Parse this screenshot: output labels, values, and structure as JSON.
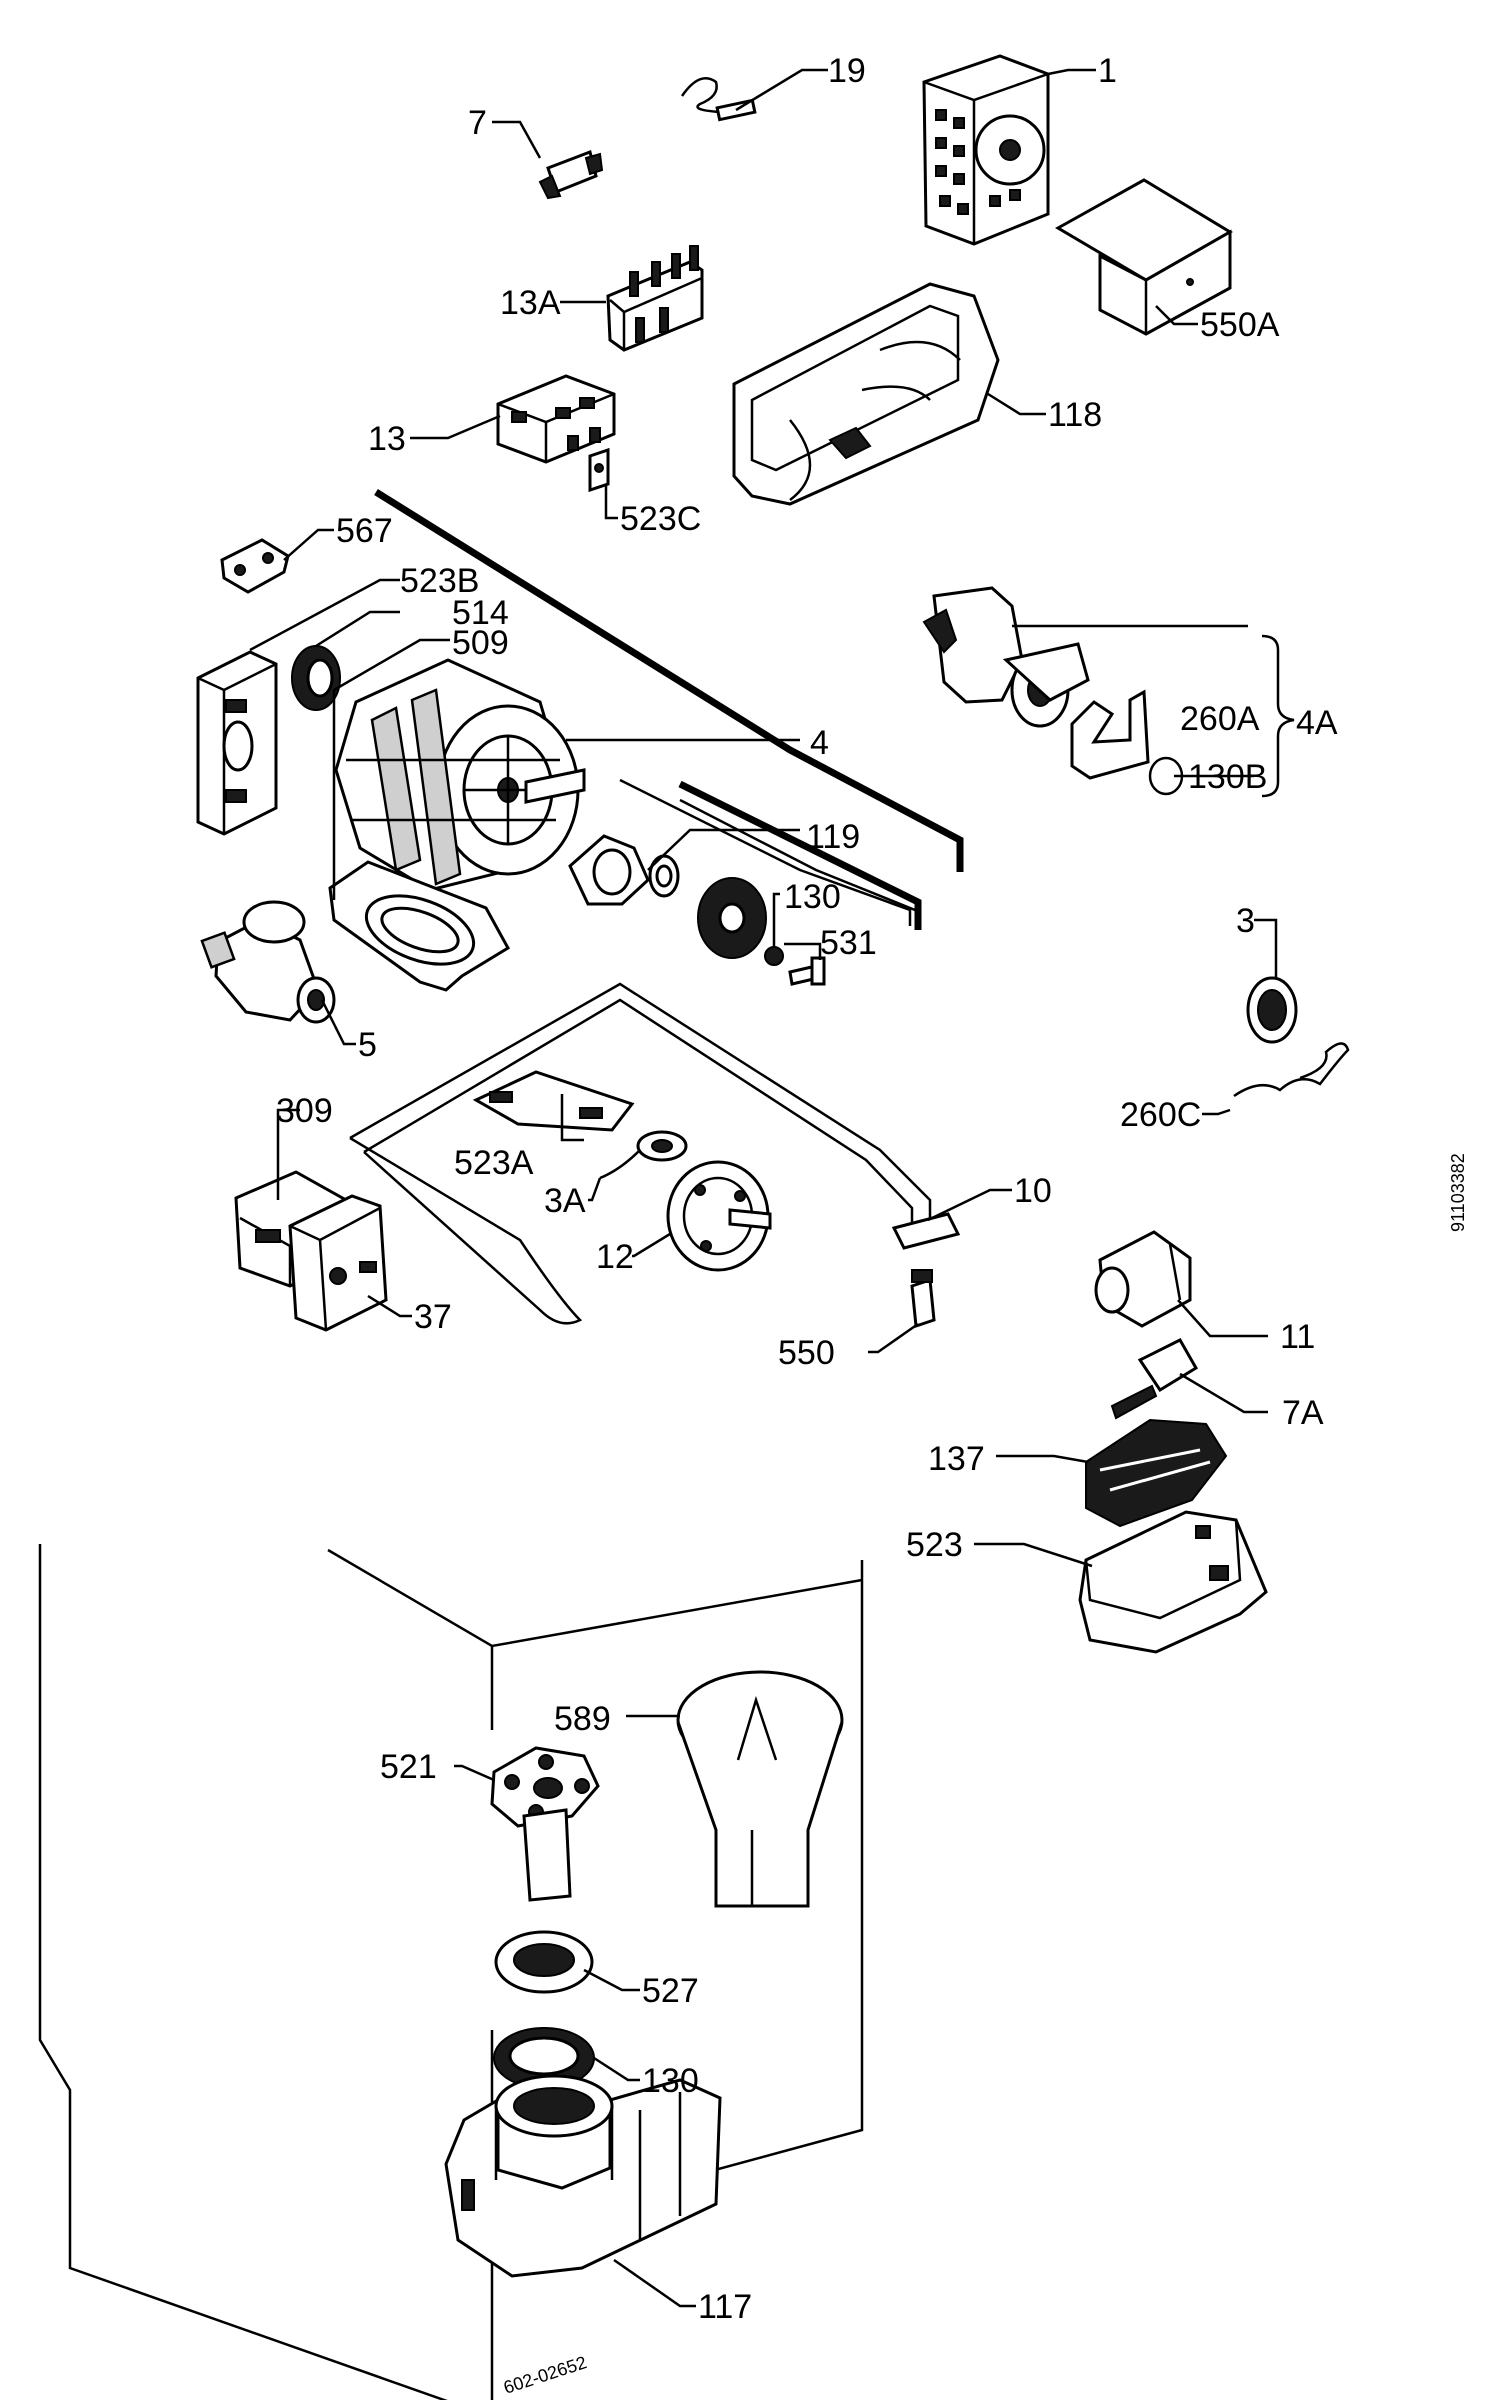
{
  "doc_code": "91103382",
  "drawing_ref": "602-02652",
  "labels": {
    "l1": "1",
    "l3": "3",
    "l3a": "3A",
    "l4": "4",
    "l4a": "4A",
    "l5": "5",
    "l7": "7",
    "l7a": "7A",
    "l10": "10",
    "l11": "11",
    "l12": "12",
    "l13": "13",
    "l13a": "13A",
    "l19": "19",
    "l37": "37",
    "l117": "117",
    "l118": "118",
    "l119": "119",
    "l130a": "130",
    "l130b": "130B",
    "l130c": "130",
    "l137": "137",
    "l260a": "260A",
    "l260c": "260C",
    "l309": "309",
    "l509": "509",
    "l514": "514",
    "l521": "521",
    "l523": "523",
    "l523a": "523A",
    "l523b": "523B",
    "l523c": "523C",
    "l527": "527",
    "l531": "531",
    "l550": "550",
    "l550a": "550A",
    "l567": "567",
    "l589": "589"
  }
}
